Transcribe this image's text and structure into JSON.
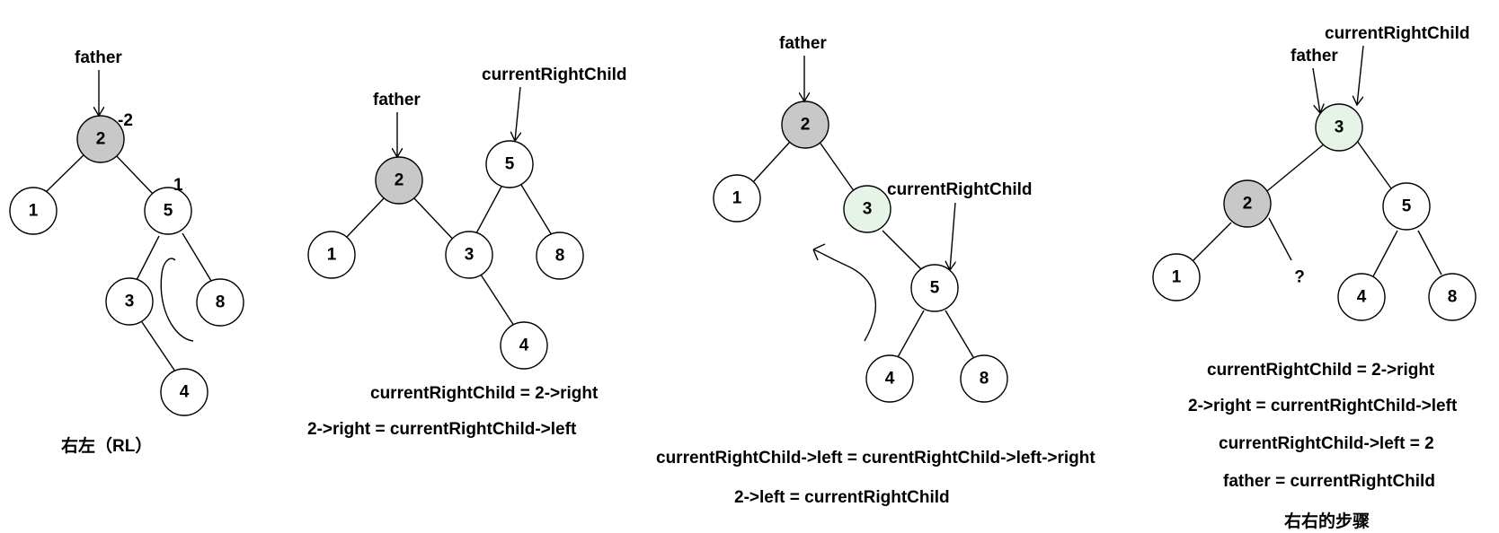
{
  "panels": [
    {
      "id": "rl",
      "nodes": [
        {
          "label": "2",
          "fill": "gray"
        },
        {
          "label": "1"
        },
        {
          "label": "5"
        },
        {
          "label": "3"
        },
        {
          "label": "8"
        },
        {
          "label": "4"
        }
      ],
      "annotations": [
        "father",
        "-2",
        "1"
      ],
      "captions": [
        "右左（RL）"
      ]
    },
    {
      "id": "step1",
      "nodes": [
        {
          "label": "2",
          "fill": "gray"
        },
        {
          "label": "1"
        },
        {
          "label": "3"
        },
        {
          "label": "4"
        },
        {
          "label": "5"
        },
        {
          "label": "8"
        }
      ],
      "annotations": [
        "father",
        "currentRightChild"
      ],
      "captions": [
        "currentRightChild = 2->right",
        "2->right = currentRightChild->left"
      ]
    },
    {
      "id": "step2",
      "nodes": [
        {
          "label": "2",
          "fill": "gray"
        },
        {
          "label": "1"
        },
        {
          "label": "3",
          "fill": "green"
        },
        {
          "label": "5"
        },
        {
          "label": "4"
        },
        {
          "label": "8"
        }
      ],
      "annotations": [
        "father",
        "currentRightChild"
      ],
      "captions": [
        "currentRightChild->left = curentRightChild->left->right",
        "2->left = currentRightChild"
      ]
    },
    {
      "id": "step3",
      "nodes": [
        {
          "label": "3",
          "fill": "green"
        },
        {
          "label": "2",
          "fill": "gray"
        },
        {
          "label": "5"
        },
        {
          "label": "1"
        },
        {
          "label": "?"
        },
        {
          "label": "4"
        },
        {
          "label": "8"
        }
      ],
      "annotations": [
        "currentRightChild",
        "father"
      ],
      "captions": [
        "currentRightChild = 2->right",
        "2->right = currentRightChild->left",
        "currentRightChild->left = 2",
        "father = currentRightChild",
        "右右的步骤"
      ]
    }
  ],
  "colors": {
    "gray": "#c8c8c8",
    "green": "#e6f4e8",
    "stroke": "#000000"
  }
}
